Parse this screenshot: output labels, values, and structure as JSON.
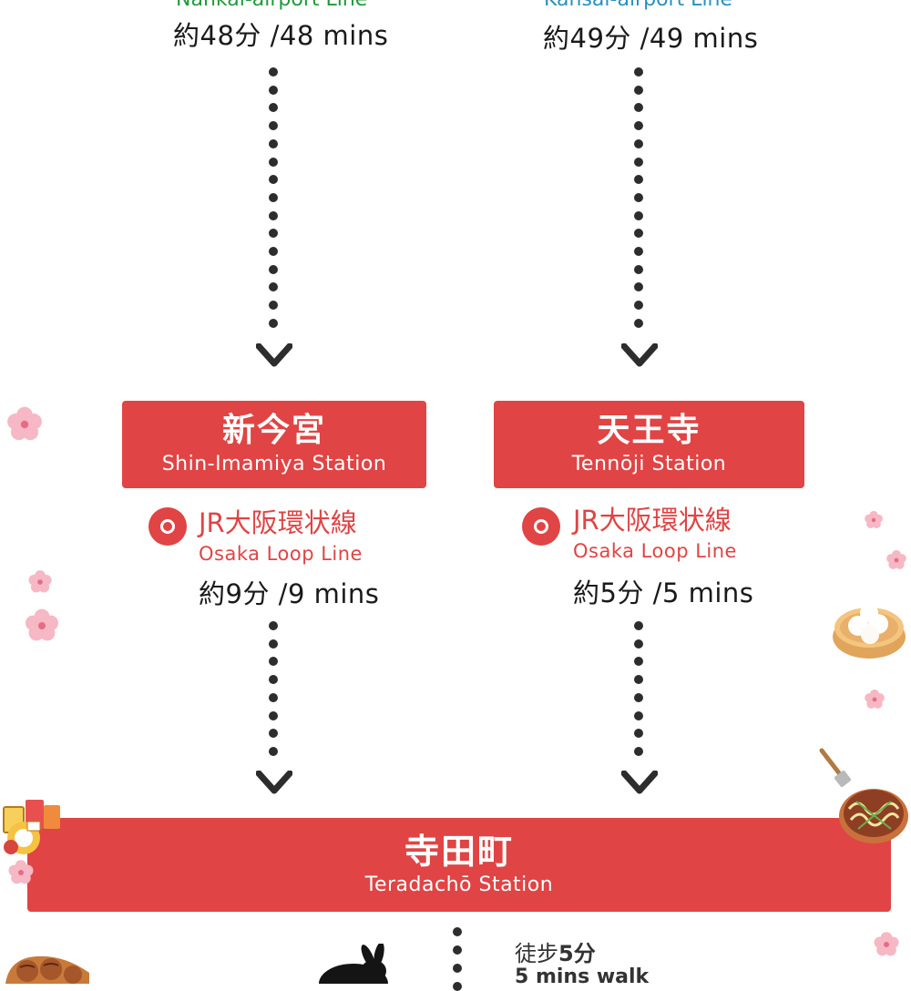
{
  "routes": [
    {
      "line_name": "Nankai-airport Line",
      "line_color": "#1e9b3a",
      "time": "約48分 /48 mins",
      "station": {
        "jp": "新今宮",
        "en": "Shin-Imamiya Station"
      },
      "transfer": {
        "jp": "JR大阪環状線",
        "en": "Osaka Loop Line",
        "time": "約9分 /9 mins"
      }
    },
    {
      "line_name": "Kansai-airport Line",
      "line_color": "#2a8fc0",
      "time": "約49分 /49 mins",
      "station": {
        "jp": "天王寺",
        "en": "Tennōji Station"
      },
      "transfer": {
        "jp": "JR大阪環状線",
        "en": "Osaka Loop Line",
        "time": "約5分 /5 mins"
      }
    }
  ],
  "destination": {
    "jp": "寺田町",
    "en": "Teradachō Station"
  },
  "walk": {
    "jp_prefix": "徒步",
    "jp_num": "5分",
    "en": "5 mins walk"
  },
  "colors": {
    "accent": "#e04444",
    "dots": "#2d2d2d"
  },
  "icons": [
    "chevron-down-icon",
    "loop-line-icon",
    "cherry-blossom-icon",
    "dumpling-steamer-icon",
    "okonomiyaki-icon",
    "spatula-icon",
    "rabbit-icon",
    "lucky-charm-icon",
    "takoyaki-icon"
  ]
}
